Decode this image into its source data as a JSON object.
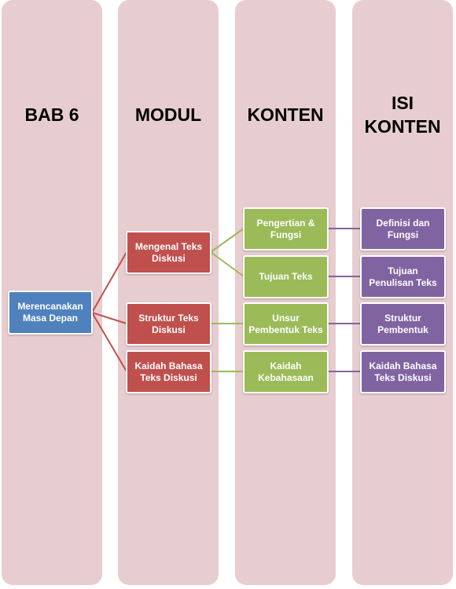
{
  "colors": {
    "column": "#e8cdd0",
    "blue": "#4f81bd",
    "red": "#c0504d",
    "green": "#9bbb59",
    "purple": "#8064a2"
  },
  "columns": [
    {
      "id": "bab",
      "title_lines": [
        "BAB 6"
      ]
    },
    {
      "id": "modul",
      "title_lines": [
        "MODUL"
      ]
    },
    {
      "id": "konten",
      "title_lines": [
        "KONTEN"
      ]
    },
    {
      "id": "isi",
      "title_lines": [
        "ISI",
        "KONTEN"
      ]
    }
  ],
  "root": {
    "lines": [
      "Merencanakan",
      "Masa Depan"
    ]
  },
  "modules": [
    {
      "lines": [
        "Mengenal Teks",
        "Diskusi"
      ]
    },
    {
      "lines": [
        "Struktur Teks",
        "Diskusi"
      ]
    },
    {
      "lines": [
        "Kaidah Bahasa",
        "Teks Diskusi"
      ]
    }
  ],
  "contents": [
    {
      "lines": [
        "Pengertian &",
        "Fungsi"
      ]
    },
    {
      "lines": [
        "Tujuan Teks"
      ]
    },
    {
      "lines": [
        "Unsur",
        "Pembentuk Teks"
      ]
    },
    {
      "lines": [
        "Kaidah",
        "Kebahasaan"
      ]
    }
  ],
  "details": [
    {
      "lines": [
        "Definisi dan",
        "Fungsi"
      ]
    },
    {
      "lines": [
        "Tujuan",
        "Penulisan Teks"
      ]
    },
    {
      "lines": [
        "Struktur",
        "Pembentuk"
      ]
    },
    {
      "lines": [
        "Kaidah Bahasa",
        "Teks Diskusi"
      ]
    }
  ]
}
